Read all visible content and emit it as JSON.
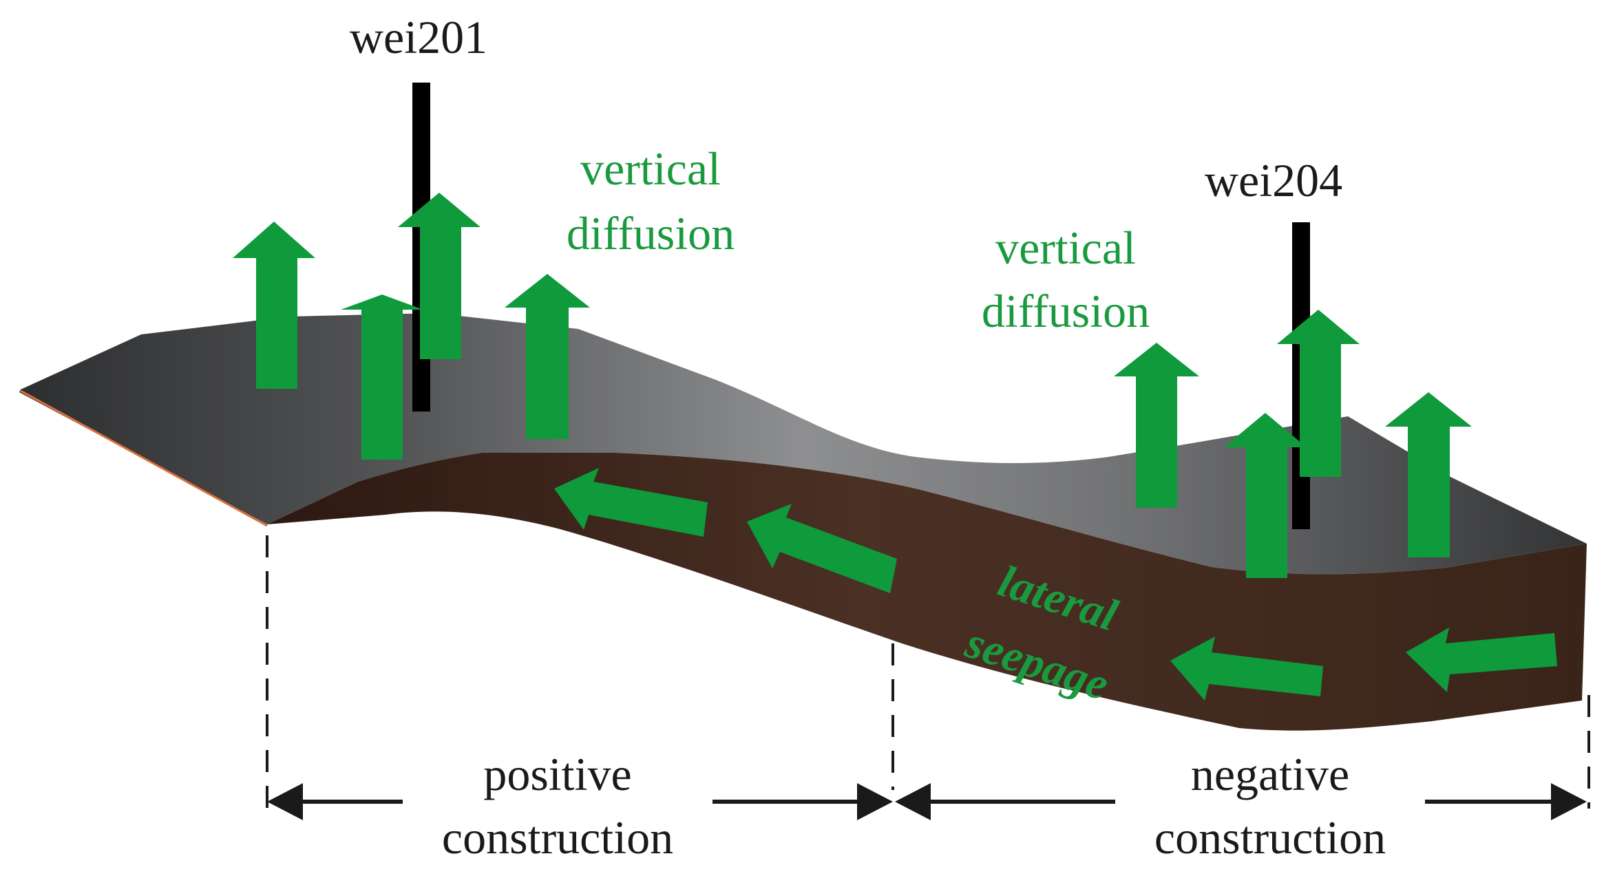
{
  "wells": [
    {
      "name": "wei201"
    },
    {
      "name": "wei204"
    }
  ],
  "flow_labels": {
    "vertical_left": [
      "vertical",
      "diffusion"
    ],
    "vertical_right": [
      "vertical",
      "diffusion"
    ],
    "lateral": [
      "lateral",
      "seepage"
    ]
  },
  "zones": {
    "positive": [
      "positive",
      "construction"
    ],
    "negative": [
      "negative",
      "construction"
    ]
  },
  "colors": {
    "arrow": "#0f9a3c",
    "label_green": "#1a9a3e",
    "surface_dark": "#2e2f31",
    "surface_light": "#8a8b8c",
    "side_dark": "#2e1a12",
    "side_light": "#4a2e22",
    "well": "#000000",
    "text": "#1a1a1a",
    "edge": "#d9703a"
  }
}
